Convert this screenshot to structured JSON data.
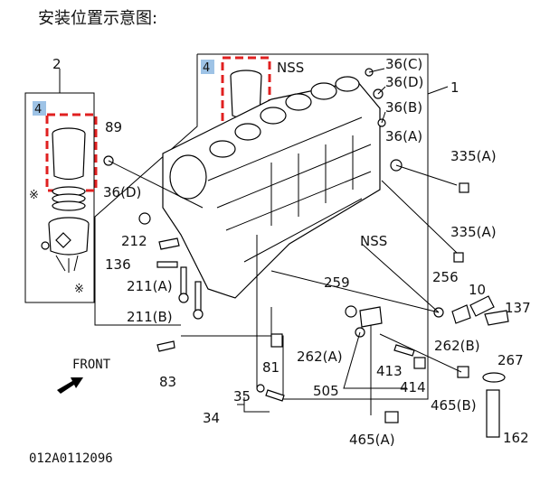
{
  "title": "安装位置示意图:",
  "doc_code": "012A0112096",
  "front_label": "FRONT",
  "labels": {
    "l2": "2",
    "l4a": "4",
    "l4b": "4",
    "nss1": "NSS",
    "nss2": "NSS",
    "l36c": "36(C)",
    "l36d": "36(D)",
    "l1": "1",
    "l36b": "36(B)",
    "l36a": "36(A)",
    "l89": "89",
    "l36d2": "36(D)",
    "l335a1": "335(A)",
    "l335a2": "335(A)",
    "l212": "212",
    "l136": "136",
    "l211a": "211(A)",
    "l211b": "211(B)",
    "l259": "259",
    "l256": "256",
    "l10": "10",
    "l137": "137",
    "l262b": "262(B)",
    "l262a": "262(A)",
    "l267": "267",
    "l83": "83",
    "l81": "81",
    "l413": "413",
    "l414": "414",
    "l505": "505",
    "l465b": "465(B)",
    "l35": "35",
    "l34": "34",
    "l465a": "465(A)",
    "l162": "162",
    "star1": "※",
    "star2": "※"
  },
  "colors": {
    "highlight": "#e02020",
    "callout_box": "#9ec3e6"
  }
}
